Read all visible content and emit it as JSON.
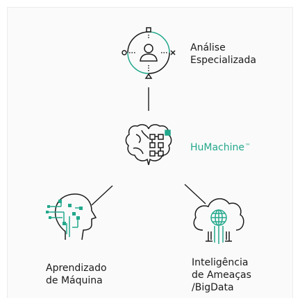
{
  "colors": {
    "accent": "#23a88c",
    "ink": "#1a1a1a",
    "background": "#fafafa"
  },
  "nodes": {
    "analysis": {
      "icon": "person-target-icon",
      "lines": [
        "Análise",
        "Especializada"
      ]
    },
    "humachine": {
      "icon": "brain-circuit-icon",
      "name": "HuMachine",
      "mark": "™"
    },
    "machine_learning": {
      "icon": "head-circuit-icon",
      "lines": [
        "Aprendizado",
        "de Máquina"
      ]
    },
    "threat_intel": {
      "icon": "cloud-globe-icon",
      "lines": [
        "Inteligência",
        "de Ameaças",
        "/BigData"
      ]
    }
  }
}
